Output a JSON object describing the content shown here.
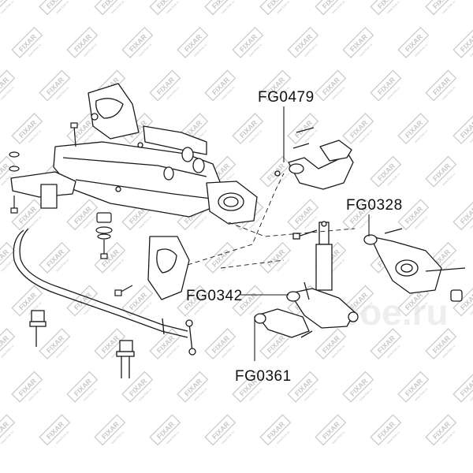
{
  "diagram": {
    "callouts": [
      {
        "id": "fg0479",
        "label": "FG0479"
      },
      {
        "id": "fg0328",
        "label": "FG0328"
      },
      {
        "id": "fg0342",
        "label": "FG0342"
      },
      {
        "id": "fg0361",
        "label": "FG0361"
      }
    ],
    "watermark": {
      "brand": "FIXAR",
      "site": "www.fixar.ru"
    },
    "overlay_logo": "oboe.ru",
    "colors": {
      "line": "#1a1a1a",
      "watermark": "#c8c8c8",
      "overlay": "#e6e6e6"
    }
  }
}
